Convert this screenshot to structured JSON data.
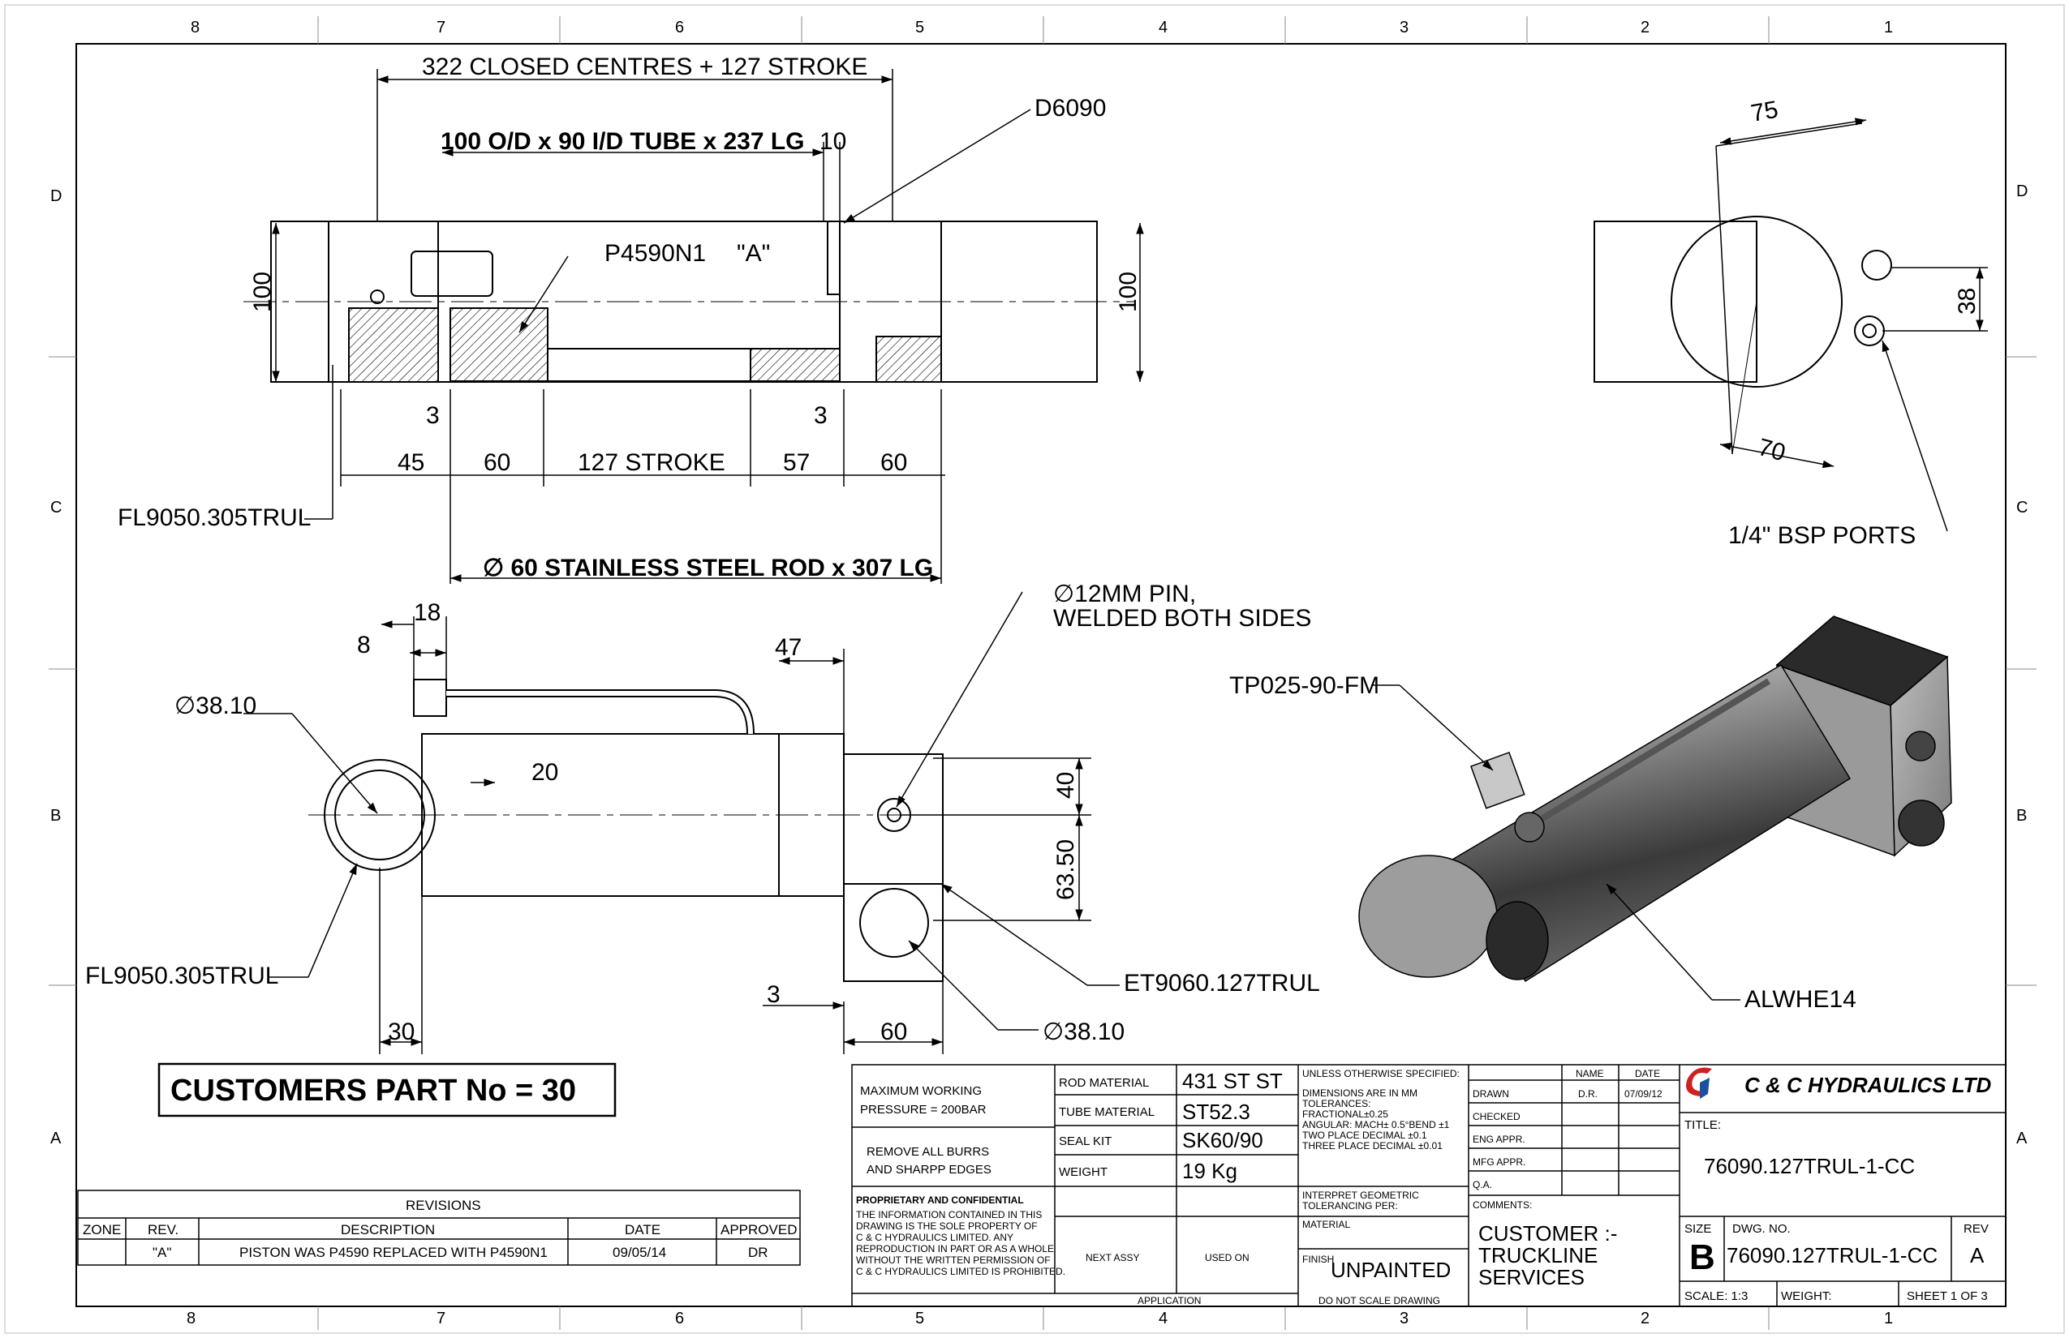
{
  "border": {
    "columns": [
      "8",
      "7",
      "6",
      "5",
      "4",
      "3",
      "2",
      "1"
    ],
    "rows": [
      "D",
      "C",
      "B",
      "A"
    ]
  },
  "top_view": {
    "overall_dim": "322 CLOSED CENTRES + 127 STROKE",
    "tube_dim": "100 O/D x 90 I/D TUBE  x 237 LG",
    "d10": "10",
    "seal_callout": "D6090",
    "piston_callout": "P4590N1",
    "rev_flag": "\"A\"",
    "height_left": "100",
    "height_right": "100",
    "d3_left": "3",
    "d3_right": "3",
    "d45": "45",
    "d60a": "60",
    "stroke": "127 STROKE",
    "d57": "57",
    "d60b": "60",
    "endcap_callout": "FL9050.305TRUL",
    "rod_dim": "∅ 60 STAINLESS STEEL ROD x 307 LG"
  },
  "side_view": {
    "d75": "75",
    "d38": "38",
    "d70": "70",
    "ports": "1/4\" BSP PORTS"
  },
  "front_view": {
    "d18": "18",
    "d8": "8",
    "dia_left": "∅38.10",
    "d20": "20",
    "d47": "47",
    "pin": "∅12MM PIN,",
    "pin2": "WELDED BOTH SIDES",
    "d40": "40",
    "d6350": "63.50",
    "endcap_callout": "FL9050.305TRUL",
    "rod_eye_callout": "ET9060.127TRUL",
    "d3": "3",
    "d30": "30",
    "d60": "60",
    "dia_right": "∅38.10"
  },
  "iso_view": {
    "fitting": "TP025-90-FM",
    "pipe": "ALWHE14"
  },
  "customer_part": "CUSTOMERS PART No = 30",
  "revisions": {
    "title": "REVISIONS",
    "headers": [
      "ZONE",
      "REV.",
      "DESCRIPTION",
      "DATE",
      "APPROVED"
    ],
    "rows": [
      [
        "",
        "\"A\"",
        "PISTON WAS P4590 REPLACED WITH P4590N1",
        "09/05/14",
        "DR"
      ]
    ]
  },
  "title_block": {
    "max_pressure_1": "MAXIMUM WORKING",
    "max_pressure_2": "PRESSURE = 200BAR",
    "burrs_1": "REMOVE ALL BURRS",
    "burrs_2": "AND SHARPP EDGES",
    "rod_material_label": "ROD MATERIAL",
    "rod_material": "431 ST ST",
    "tube_material_label": "TUBE MATERIAL",
    "tube_material": "ST52.3",
    "seal_kit_label": "SEAL KIT",
    "seal_kit": "SK60/90",
    "weight_label": "WEIGHT",
    "weight": "19 Kg",
    "proprietary_title": "PROPRIETARY AND CONFIDENTIAL",
    "proprietary_lines": [
      "THE INFORMATION CONTAINED IN THIS",
      "DRAWING IS THE SOLE PROPERTY OF",
      "C & C HYDRAULICS LIMITED. ANY",
      "REPRODUCTION IN PART OR AS A WHOLE",
      "WITHOUT THE WRITTEN PERMISSION OF",
      "C & C HYDRAULICS LIMITED IS PROHIBITED."
    ],
    "next_assy": "NEXT ASSY",
    "used_on": "USED ON",
    "application": "APPLICATION",
    "unless": "UNLESS OTHERWISE SPECIFIED:",
    "tol_lines": [
      "DIMENSIONS ARE IN MM",
      "TOLERANCES:",
      "FRACTIONAL±0.25",
      "ANGULAR: MACH± 0.5°BEND ±1",
      "TWO PLACE DECIMAL    ±0.1",
      "THREE PLACE DECIMAL  ±0.01"
    ],
    "interpret_1": "INTERPRET GEOMETRIC",
    "interpret_2": "TOLERANCING PER:",
    "material": "MATERIAL",
    "finish_label": "FINISH",
    "finish": "UNPAINTED",
    "do_not_scale": "DO NOT SCALE DRAWING",
    "name_h": "NAME",
    "date_h": "DATE",
    "drawn": "DRAWN",
    "drawn_name": "D.R.",
    "drawn_date": "07/09/12",
    "checked": "CHECKED",
    "eng_appr": "ENG APPR.",
    "mfg_appr": "MFG APPR.",
    "qa": "Q.A.",
    "comments": "COMMENTS:",
    "comment_1": "CUSTOMER :-",
    "comment_2": "TRUCKLINE",
    "comment_3": "SERVICES",
    "company": "C & C HYDRAULICS LTD",
    "title_label": "TITLE:",
    "title": "76090.127TRUL-1-CC",
    "size_label": "SIZE",
    "size": "B",
    "dwg_no_label": "DWG.  NO.",
    "dwg_no": "76090.127TRUL-1-CC",
    "rev_label": "REV",
    "rev": "A",
    "scale": "SCALE: 1:3",
    "weight_field": "WEIGHT:",
    "sheet": "SHEET 1 OF 3"
  }
}
